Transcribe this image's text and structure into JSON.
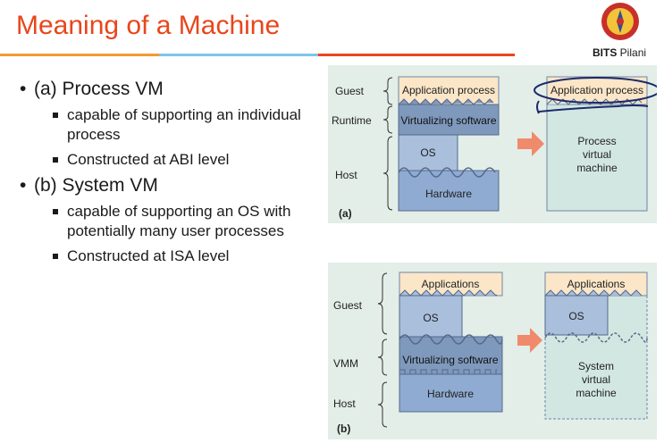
{
  "slide": {
    "title": "Meaning of a Machine",
    "logo_text_bold": "BITS",
    "logo_text_rest": " Pilani"
  },
  "bullets": [
    {
      "label": "(a) Process VM",
      "subs": [
        "capable of supporting an individual process",
        "Constructed at ABI level"
      ]
    },
    {
      "label": "(b) System VM",
      "subs": [
        "capable of supporting an OS with potentially many user processes",
        "Constructed at ISA level"
      ]
    }
  ],
  "figure_a": {
    "guest_label": "Guest",
    "runtime_label": "Runtime",
    "host_label": "Host",
    "app_process": "Application process",
    "virtualizing": "Virtualizing software",
    "os": "OS",
    "hardware": "Hardware",
    "right_app_process": "Application process",
    "right_line1": "Process",
    "right_line2": "virtual",
    "right_line3": "machine",
    "tag": "(a)"
  },
  "figure_b": {
    "guest_label": "Guest",
    "vmm_label": "VMM",
    "host_label": "Host",
    "applications": "Applications",
    "os": "OS",
    "virtualizing": "Virtualizing software",
    "hardware": "Hardware",
    "right_applications": "Applications",
    "right_os": "OS",
    "right_line1": "System",
    "right_line2": "virtual",
    "right_line3": "machine",
    "tag": "(b)"
  },
  "colors": {
    "title": "#e8461b",
    "app_fill": "#fbe6c8",
    "vsoft_fill": "#7f99bd",
    "os_fill": "#a9bfdc",
    "hw_fill": "#8fabd2",
    "panel_bg": "#e3eee8",
    "right_fill": "#d2e7e1",
    "arrow": "#f08a6c",
    "annotation": "#1c2a6b"
  }
}
